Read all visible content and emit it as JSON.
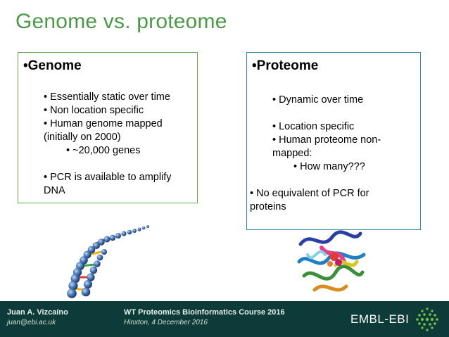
{
  "title": "Genome vs. proteome",
  "genome_box": {
    "heading": "•Genome",
    "lines": [
      "• Essentially static over time",
      "• Non location specific",
      "• Human genome mapped",
      "(initially on 2000)",
      "• ~20,000 genes",
      "",
      "• PCR is available to amplify",
      "DNA"
    ]
  },
  "proteome_box": {
    "heading": "•Proteome",
    "lines": [
      "• Dynamic over time",
      "",
      "• Location specific",
      "• Human proteome non-",
      "mapped:",
      "• How many???",
      "",
      "• No equivalent of PCR for",
      "proteins"
    ]
  },
  "footer": {
    "author": "Juan A. Vizcaíno",
    "email": "juan@ebi.ac.uk",
    "course": "WT Proteomics Bioinformatics Course 2016",
    "date": "Hinxton, 4 December 2016",
    "logo": "EMBL-EBI"
  },
  "colors": {
    "title": "#4a9a46",
    "genome_border": "#6aa84f",
    "proteome_border": "#2e8fa1",
    "footer_bg": "#0d3b3a"
  },
  "images": {
    "dna": "dna-helix-image",
    "protein": "protein-structure-image"
  }
}
